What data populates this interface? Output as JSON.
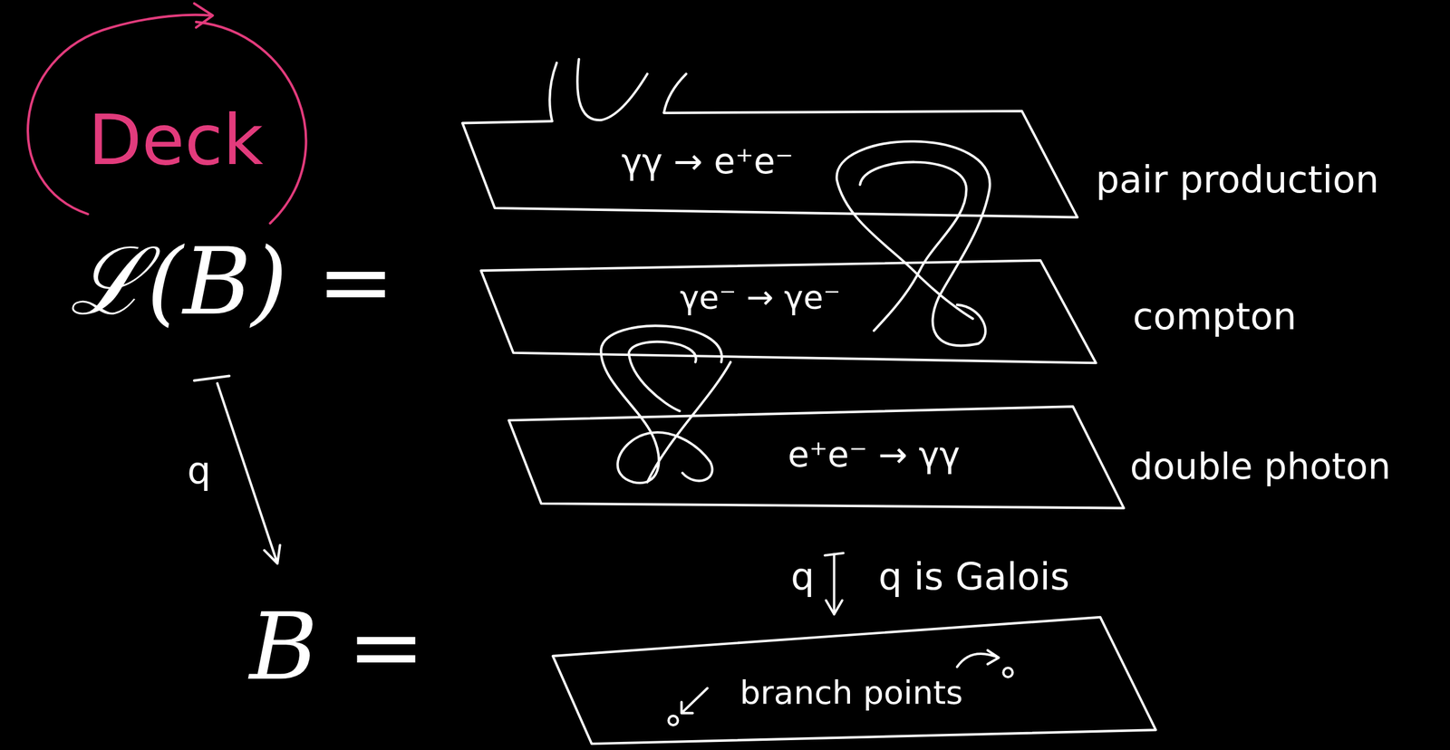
{
  "diagram": {
    "nodes": [
      {
        "text": [
          "Deck"
        ]
      },
      {
        "text": [
          "γγ → e⁺e⁻",
          "pair production"
        ]
      },
      {
        "text": [
          "γe⁻ → γe⁻",
          "compton"
        ]
      },
      {
        "text": [
          "e⁺e⁻ → γγ",
          "double photon"
        ]
      },
      {
        "text": [
          "branch points"
        ]
      }
    ],
    "edges": [
      {
        "from": 3,
        "to": 4,
        "arrow": "to",
        "label": "q"
      }
    ],
    "labels": [
      "ℒ(B) =",
      "q",
      "B =",
      "q is Galois"
    ]
  }
}
